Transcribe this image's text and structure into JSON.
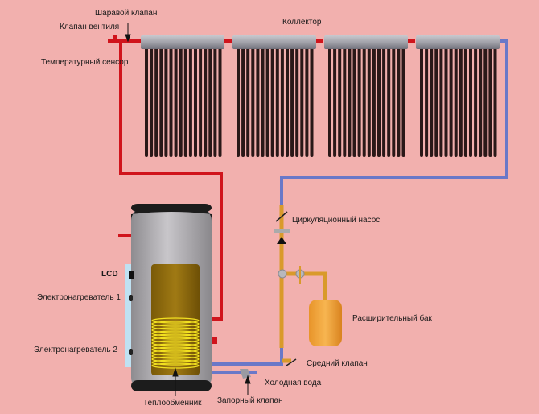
{
  "labels": {
    "ball_valve": "Шаравой клапан",
    "vent_valve": "Клапан вентиля",
    "temp_sensor": "Температурный сенсор",
    "collector": "Коллектор",
    "circ_pump": "Циркуляционный насос",
    "lcd": "LCD",
    "heater1": "Электронагреватель 1",
    "heater2": "Электронагреватель 2",
    "expansion_tank": "Расширительный бак",
    "middle_valve": "Средний клапан",
    "cold_water": "Холодная вода",
    "shutoff_valve": "Запорный клапан",
    "heat_exchanger": "Теплообменник"
  },
  "colors": {
    "background": "#f2b0ae",
    "hot_pipe": "#d0141c",
    "cold_pipe": "#6a78c8",
    "loop_pipe": "#d99a2b",
    "tank": "#a9a7ab",
    "coil": "#f2e020"
  }
}
